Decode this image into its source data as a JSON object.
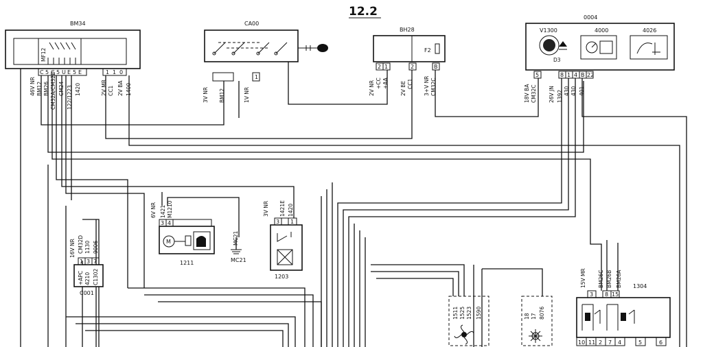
{
  "title": "12.2",
  "components": {
    "bm34": {
      "name": "BM34",
      "inner": "MF12",
      "wires": [
        "46V NR",
        "BM12",
        "BM26",
        "CM32A/CM32D",
        "CM24",
        "122/1223",
        "1420",
        "2V MR",
        "CC1",
        "2V BA",
        "1400"
      ]
    },
    "ca00": {
      "name": "CA00",
      "wires": [
        "3V NR",
        "BM12",
        "1V NR"
      ],
      "pins": [
        "1"
      ]
    },
    "bh28": {
      "name": "BH28",
      "fuse": "F2",
      "pins": [
        "2",
        "1",
        "2",
        "B"
      ],
      "wires": [
        "2V NR",
        "+CC",
        "+AA",
        "2V BE",
        "CC1",
        "3+V NR",
        "CM32C"
      ]
    },
    "d0004": {
      "name": "0004",
      "v1300": "V1300",
      "d3": "D3",
      "i4000": "4000",
      "i4026": "4026",
      "pins": [
        "5",
        "8",
        "1",
        "4",
        "B",
        "22"
      ],
      "wires": [
        "18V BA",
        "CM32C",
        "26V JN",
        "1392",
        "430",
        "430",
        "401"
      ]
    },
    "m1211": {
      "name": "1211",
      "wires": [
        "6V NR",
        "1421",
        "M1210"
      ],
      "pins": [
        "3",
        "4"
      ]
    },
    "mc21": {
      "name": "MC21",
      "wire": "MC21"
    },
    "r1203": {
      "name": "1203",
      "wires": [
        "3V NR",
        "1421E",
        "1420"
      ],
      "pins": [
        "3",
        "1"
      ]
    },
    "c001": {
      "name": "C001",
      "wires": [
        "16V NR",
        "CM32D",
        "1130",
        "9006"
      ],
      "pins": [
        "1",
        "3",
        "7"
      ],
      "inner": [
        "+APC",
        "4210",
        "C1302"
      ]
    },
    "fan": {
      "wires": [
        "1511",
        "1525",
        "1523",
        "1590"
      ]
    },
    "fan2": {
      "wires": [
        "18",
        "17",
        "8076"
      ]
    },
    "r1304": {
      "name": "1304",
      "wires": [
        "15V MR",
        "BM26C",
        "BM26B",
        "BM26A"
      ],
      "top_pins": [
        "3",
        "8",
        "15"
      ],
      "bottom_pins": [
        "10",
        "11",
        "2",
        "7",
        "4",
        "5",
        "6"
      ]
    }
  }
}
